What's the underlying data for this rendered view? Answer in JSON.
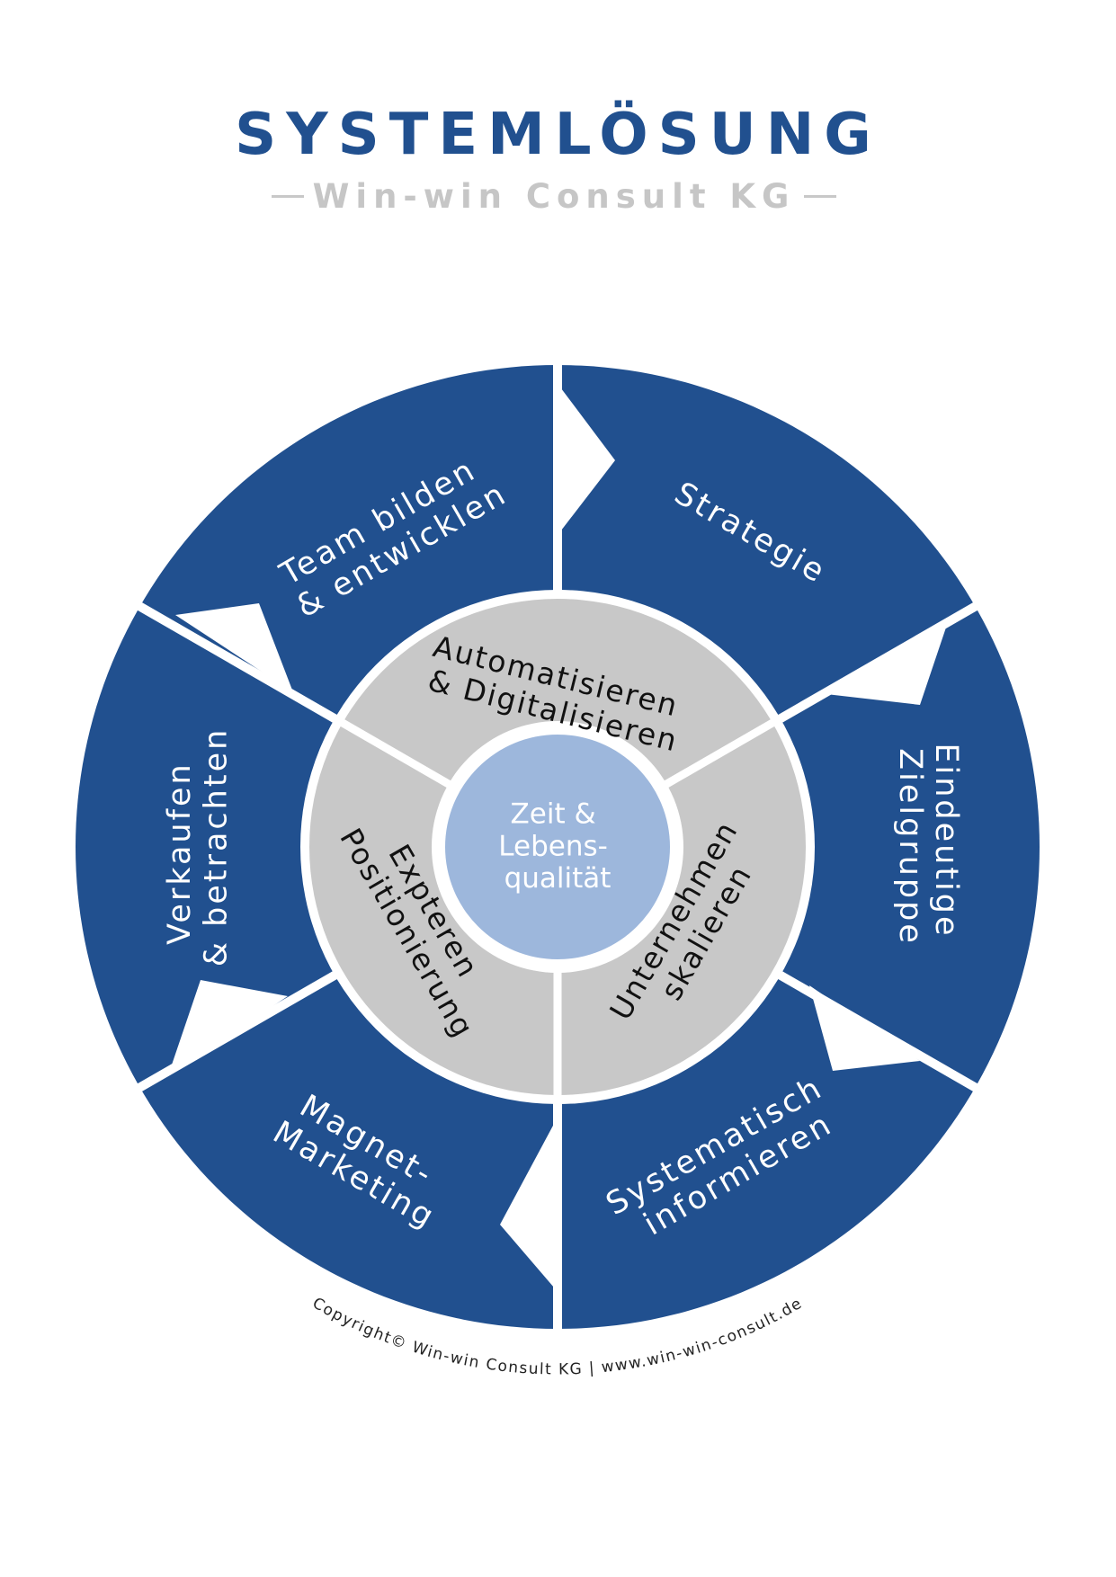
{
  "header": {
    "title": "SYSTEMLÖSUNG",
    "subtitle": "Win-win Consult KG"
  },
  "colors": {
    "outer": "#21508f",
    "middle": "#c8c8c8",
    "core": "#9db7dc",
    "background": "#ffffff"
  },
  "outer_ring": [
    {
      "id": "strategie",
      "lines": [
        "Strategie"
      ]
    },
    {
      "id": "zielgruppe",
      "lines": [
        "Eindeutige",
        "Zielgruppe"
      ]
    },
    {
      "id": "informieren",
      "lines": [
        "Systematisch",
        "informieren"
      ]
    },
    {
      "id": "marketing",
      "lines": [
        "Magnet-",
        "Marketing"
      ]
    },
    {
      "id": "verkaufen",
      "lines": [
        "Verkaufen",
        "& betrachten"
      ]
    },
    {
      "id": "team",
      "lines": [
        "Team bilden",
        "& entwicklen"
      ]
    }
  ],
  "middle_ring": [
    {
      "id": "automatisieren",
      "lines": [
        "Automatisieren",
        "& Digitalisieren"
      ]
    },
    {
      "id": "skalieren",
      "lines": [
        "Unternehmen",
        "skalieren"
      ]
    },
    {
      "id": "positionierung",
      "lines": [
        "Expteren",
        "Positionierung"
      ]
    }
  ],
  "center": {
    "lines": [
      "Zeit &",
      "Lebens-",
      "qualität"
    ]
  },
  "copyright": "Copyright© Win-win Consult KG | www.win-win-consult.de"
}
